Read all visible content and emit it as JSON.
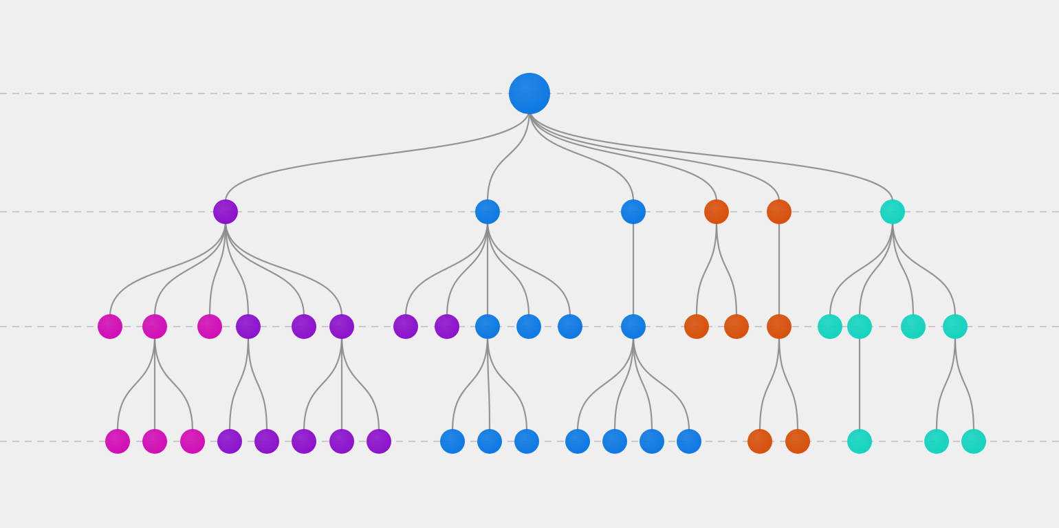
{
  "diagram": {
    "type": "tree",
    "text": "",
    "colors": {
      "background": "#efefef",
      "guide": "#c9c9c9",
      "edge": "#8a8a8a",
      "blue": "#0b78e3",
      "purple": "#8b10cc",
      "magenta": "#d10cb5",
      "orange": "#d74f09",
      "teal": "#12d3bf"
    },
    "levels": 4,
    "nodes": [
      {
        "id": "root",
        "parent": null,
        "level": 0,
        "color": "blue",
        "role": "root"
      },
      {
        "id": "a",
        "parent": "root",
        "level": 1,
        "color": "purple"
      },
      {
        "id": "b",
        "parent": "root",
        "level": 1,
        "color": "blue"
      },
      {
        "id": "c",
        "parent": "root",
        "level": 1,
        "color": "blue"
      },
      {
        "id": "d",
        "parent": "root",
        "level": 1,
        "color": "orange"
      },
      {
        "id": "e",
        "parent": "root",
        "level": 1,
        "color": "orange"
      },
      {
        "id": "f",
        "parent": "root",
        "level": 1,
        "color": "teal"
      },
      {
        "id": "a1",
        "parent": "a",
        "level": 2,
        "color": "magenta"
      },
      {
        "id": "a2",
        "parent": "a",
        "level": 2,
        "color": "magenta"
      },
      {
        "id": "a3",
        "parent": "a",
        "level": 2,
        "color": "magenta"
      },
      {
        "id": "a4",
        "parent": "a",
        "level": 2,
        "color": "purple"
      },
      {
        "id": "a5",
        "parent": "a",
        "level": 2,
        "color": "purple"
      },
      {
        "id": "a6",
        "parent": "a",
        "level": 2,
        "color": "purple"
      },
      {
        "id": "b1",
        "parent": "b",
        "level": 2,
        "color": "purple"
      },
      {
        "id": "b2",
        "parent": "b",
        "level": 2,
        "color": "purple"
      },
      {
        "id": "b3",
        "parent": "b",
        "level": 2,
        "color": "blue"
      },
      {
        "id": "b4",
        "parent": "b",
        "level": 2,
        "color": "blue"
      },
      {
        "id": "b5",
        "parent": "b",
        "level": 2,
        "color": "blue"
      },
      {
        "id": "c1",
        "parent": "c",
        "level": 2,
        "color": "blue"
      },
      {
        "id": "d1",
        "parent": "d",
        "level": 2,
        "color": "orange"
      },
      {
        "id": "d2",
        "parent": "d",
        "level": 2,
        "color": "orange"
      },
      {
        "id": "e1",
        "parent": "e",
        "level": 2,
        "color": "orange"
      },
      {
        "id": "f1",
        "parent": "f",
        "level": 2,
        "color": "teal"
      },
      {
        "id": "f2",
        "parent": "f",
        "level": 2,
        "color": "teal"
      },
      {
        "id": "f3",
        "parent": "f",
        "level": 2,
        "color": "teal"
      },
      {
        "id": "f4",
        "parent": "f",
        "level": 2,
        "color": "teal"
      },
      {
        "id": "a2a",
        "parent": "a2",
        "level": 3,
        "color": "magenta"
      },
      {
        "id": "a2b",
        "parent": "a2",
        "level": 3,
        "color": "magenta"
      },
      {
        "id": "a2c",
        "parent": "a2",
        "level": 3,
        "color": "magenta"
      },
      {
        "id": "a4a",
        "parent": "a4",
        "level": 3,
        "color": "purple"
      },
      {
        "id": "a4b",
        "parent": "a4",
        "level": 3,
        "color": "purple"
      },
      {
        "id": "a6a",
        "parent": "a6",
        "level": 3,
        "color": "purple"
      },
      {
        "id": "a6b",
        "parent": "a6",
        "level": 3,
        "color": "purple"
      },
      {
        "id": "a6c",
        "parent": "a6",
        "level": 3,
        "color": "purple"
      },
      {
        "id": "b3a",
        "parent": "b3",
        "level": 3,
        "color": "blue"
      },
      {
        "id": "b3b",
        "parent": "b3",
        "level": 3,
        "color": "blue"
      },
      {
        "id": "b3c",
        "parent": "b3",
        "level": 3,
        "color": "blue"
      },
      {
        "id": "c1a",
        "parent": "c1",
        "level": 3,
        "color": "blue"
      },
      {
        "id": "c1b",
        "parent": "c1",
        "level": 3,
        "color": "blue"
      },
      {
        "id": "c1c",
        "parent": "c1",
        "level": 3,
        "color": "blue"
      },
      {
        "id": "c1d",
        "parent": "c1",
        "level": 3,
        "color": "blue"
      },
      {
        "id": "e1a",
        "parent": "e1",
        "level": 3,
        "color": "orange"
      },
      {
        "id": "e1b",
        "parent": "e1",
        "level": 3,
        "color": "orange"
      },
      {
        "id": "f2a",
        "parent": "f2",
        "level": 3,
        "color": "teal"
      },
      {
        "id": "f4a",
        "parent": "f4",
        "level": 3,
        "color": "teal"
      },
      {
        "id": "f4b",
        "parent": "f4",
        "level": 3,
        "color": "teal"
      }
    ]
  }
}
